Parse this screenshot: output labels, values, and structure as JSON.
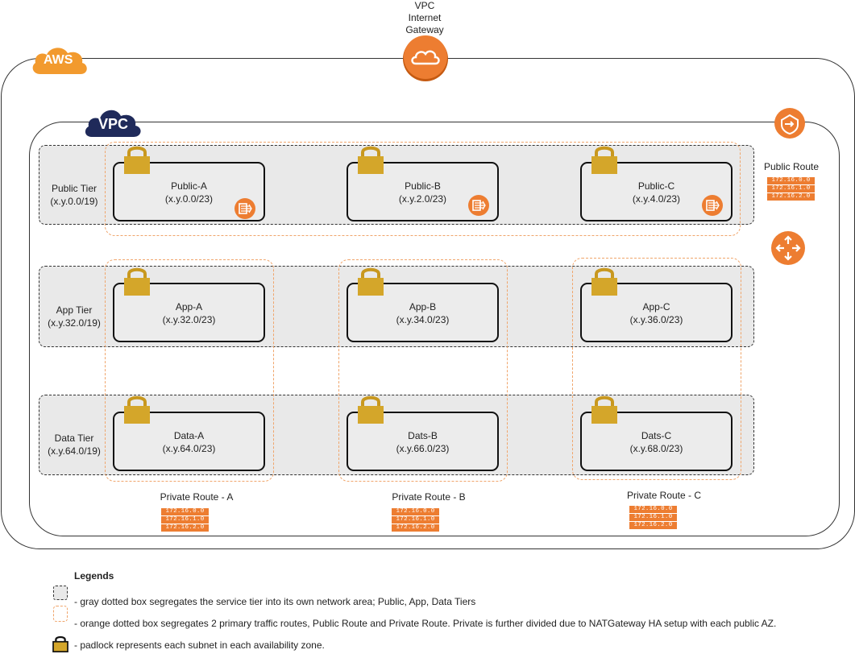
{
  "title": {
    "gateway": [
      "VPC",
      "Internet",
      "Gateway"
    ]
  },
  "badges": {
    "aws": "AWS",
    "vpc": "VPC"
  },
  "colors": {
    "orange": "#ed7d31",
    "vpc_navy": "#1f2a5a",
    "tier_gray": "#e9e9e9",
    "padlock": "#d4a62a"
  },
  "tiers": [
    {
      "name": "Public Tier",
      "cidr": "(x.y.0.0/19)"
    },
    {
      "name": "App Tier",
      "cidr": "(x.y.32.0/19)"
    },
    {
      "name": "Data Tier",
      "cidr": "(x.y.64.0/19)"
    }
  ],
  "subnets": {
    "public": [
      {
        "name": "Public-A",
        "cidr": "(x.y.0.0/23)"
      },
      {
        "name": "Public-B",
        "cidr": "(x.y.2.0/23)"
      },
      {
        "name": "Public-C",
        "cidr": "(x.y.4.0/23)"
      }
    ],
    "app": [
      {
        "name": "App-A",
        "cidr": "(x.y.32.0/23)"
      },
      {
        "name": "App-B",
        "cidr": "(x.y.34.0/23)"
      },
      {
        "name": "App-C",
        "cidr": "(x.y.36.0/23)"
      }
    ],
    "data": [
      {
        "name": "Data-A",
        "cidr": "(x.y.64.0/23)"
      },
      {
        "name": "Dats-B",
        "cidr": "(x.y.66.0/23)"
      },
      {
        "name": "Dats-C",
        "cidr": "(x.y.68.0/23)"
      }
    ]
  },
  "routes": {
    "public": {
      "label": "Public Route",
      "entries": [
        "172.16.0.0",
        "172.16.1.0",
        "172.16.2.0"
      ]
    },
    "private_a": {
      "label": "Private Route - A",
      "entries": [
        "172.16.0.0",
        "172.16.1.0",
        "172.16.2.0"
      ]
    },
    "private_b": {
      "label": "Private Route - B",
      "entries": [
        "172.16.0.0",
        "172.16.1.0",
        "172.16.2.0"
      ]
    },
    "private_c": {
      "label": "Private Route - C",
      "entries": [
        "172.16.0.0",
        "172.16.1.0",
        "172.16.2.0"
      ]
    }
  },
  "legend": {
    "title": "Legends",
    "items": [
      "- gray dotted box segregates the service tier into its own network area; Public, App, Data Tiers",
      "- orange dotted box segregates 2 primary traffic routes, Public Route and Private Route.  Private is further divided due to NATGateway HA setup with each public AZ.",
      "- padlock represents each subnet in each availability zone."
    ]
  }
}
